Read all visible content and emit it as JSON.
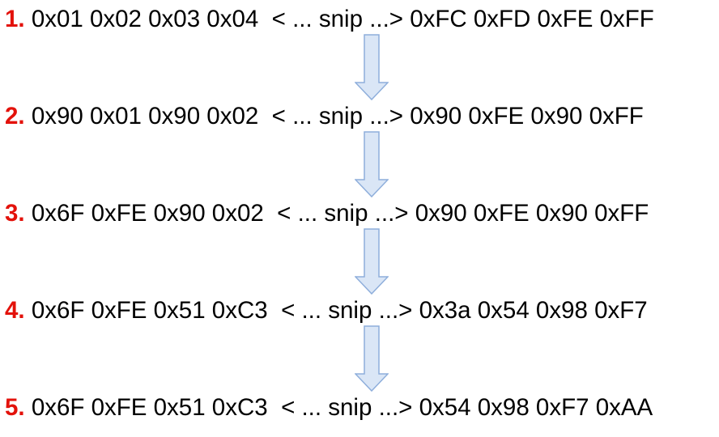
{
  "steps": [
    {
      "number": "1.",
      "bytes": "0x01 0x02 0x03 0x04  < ... snip ...> 0xFC 0xFD 0xFE 0xFF"
    },
    {
      "number": "2.",
      "bytes": "0x90 0x01 0x90 0x02  < ... snip ...> 0x90 0xFE 0x90 0xFF"
    },
    {
      "number": "3.",
      "bytes": "0x6F 0xFE 0x90 0x02  < ... snip ...> 0x90 0xFE 0x90 0xFF"
    },
    {
      "number": "4.",
      "bytes": "0x6F 0xFE 0x51 0xC3  < ... snip ...> 0x3a 0x54 0x98 0xF7"
    },
    {
      "number": "5.",
      "bytes": "0x6F 0xFE 0x51 0xC3  < ... snip ...> 0x54 0x98 0xF7 0xAA"
    }
  ],
  "colors": {
    "step_number": "#e3120b",
    "text": "#000000",
    "arrow_fill": "#dae6f6",
    "arrow_stroke": "#8eaedb"
  },
  "icons": {
    "arrow": "down-arrow-icon"
  }
}
